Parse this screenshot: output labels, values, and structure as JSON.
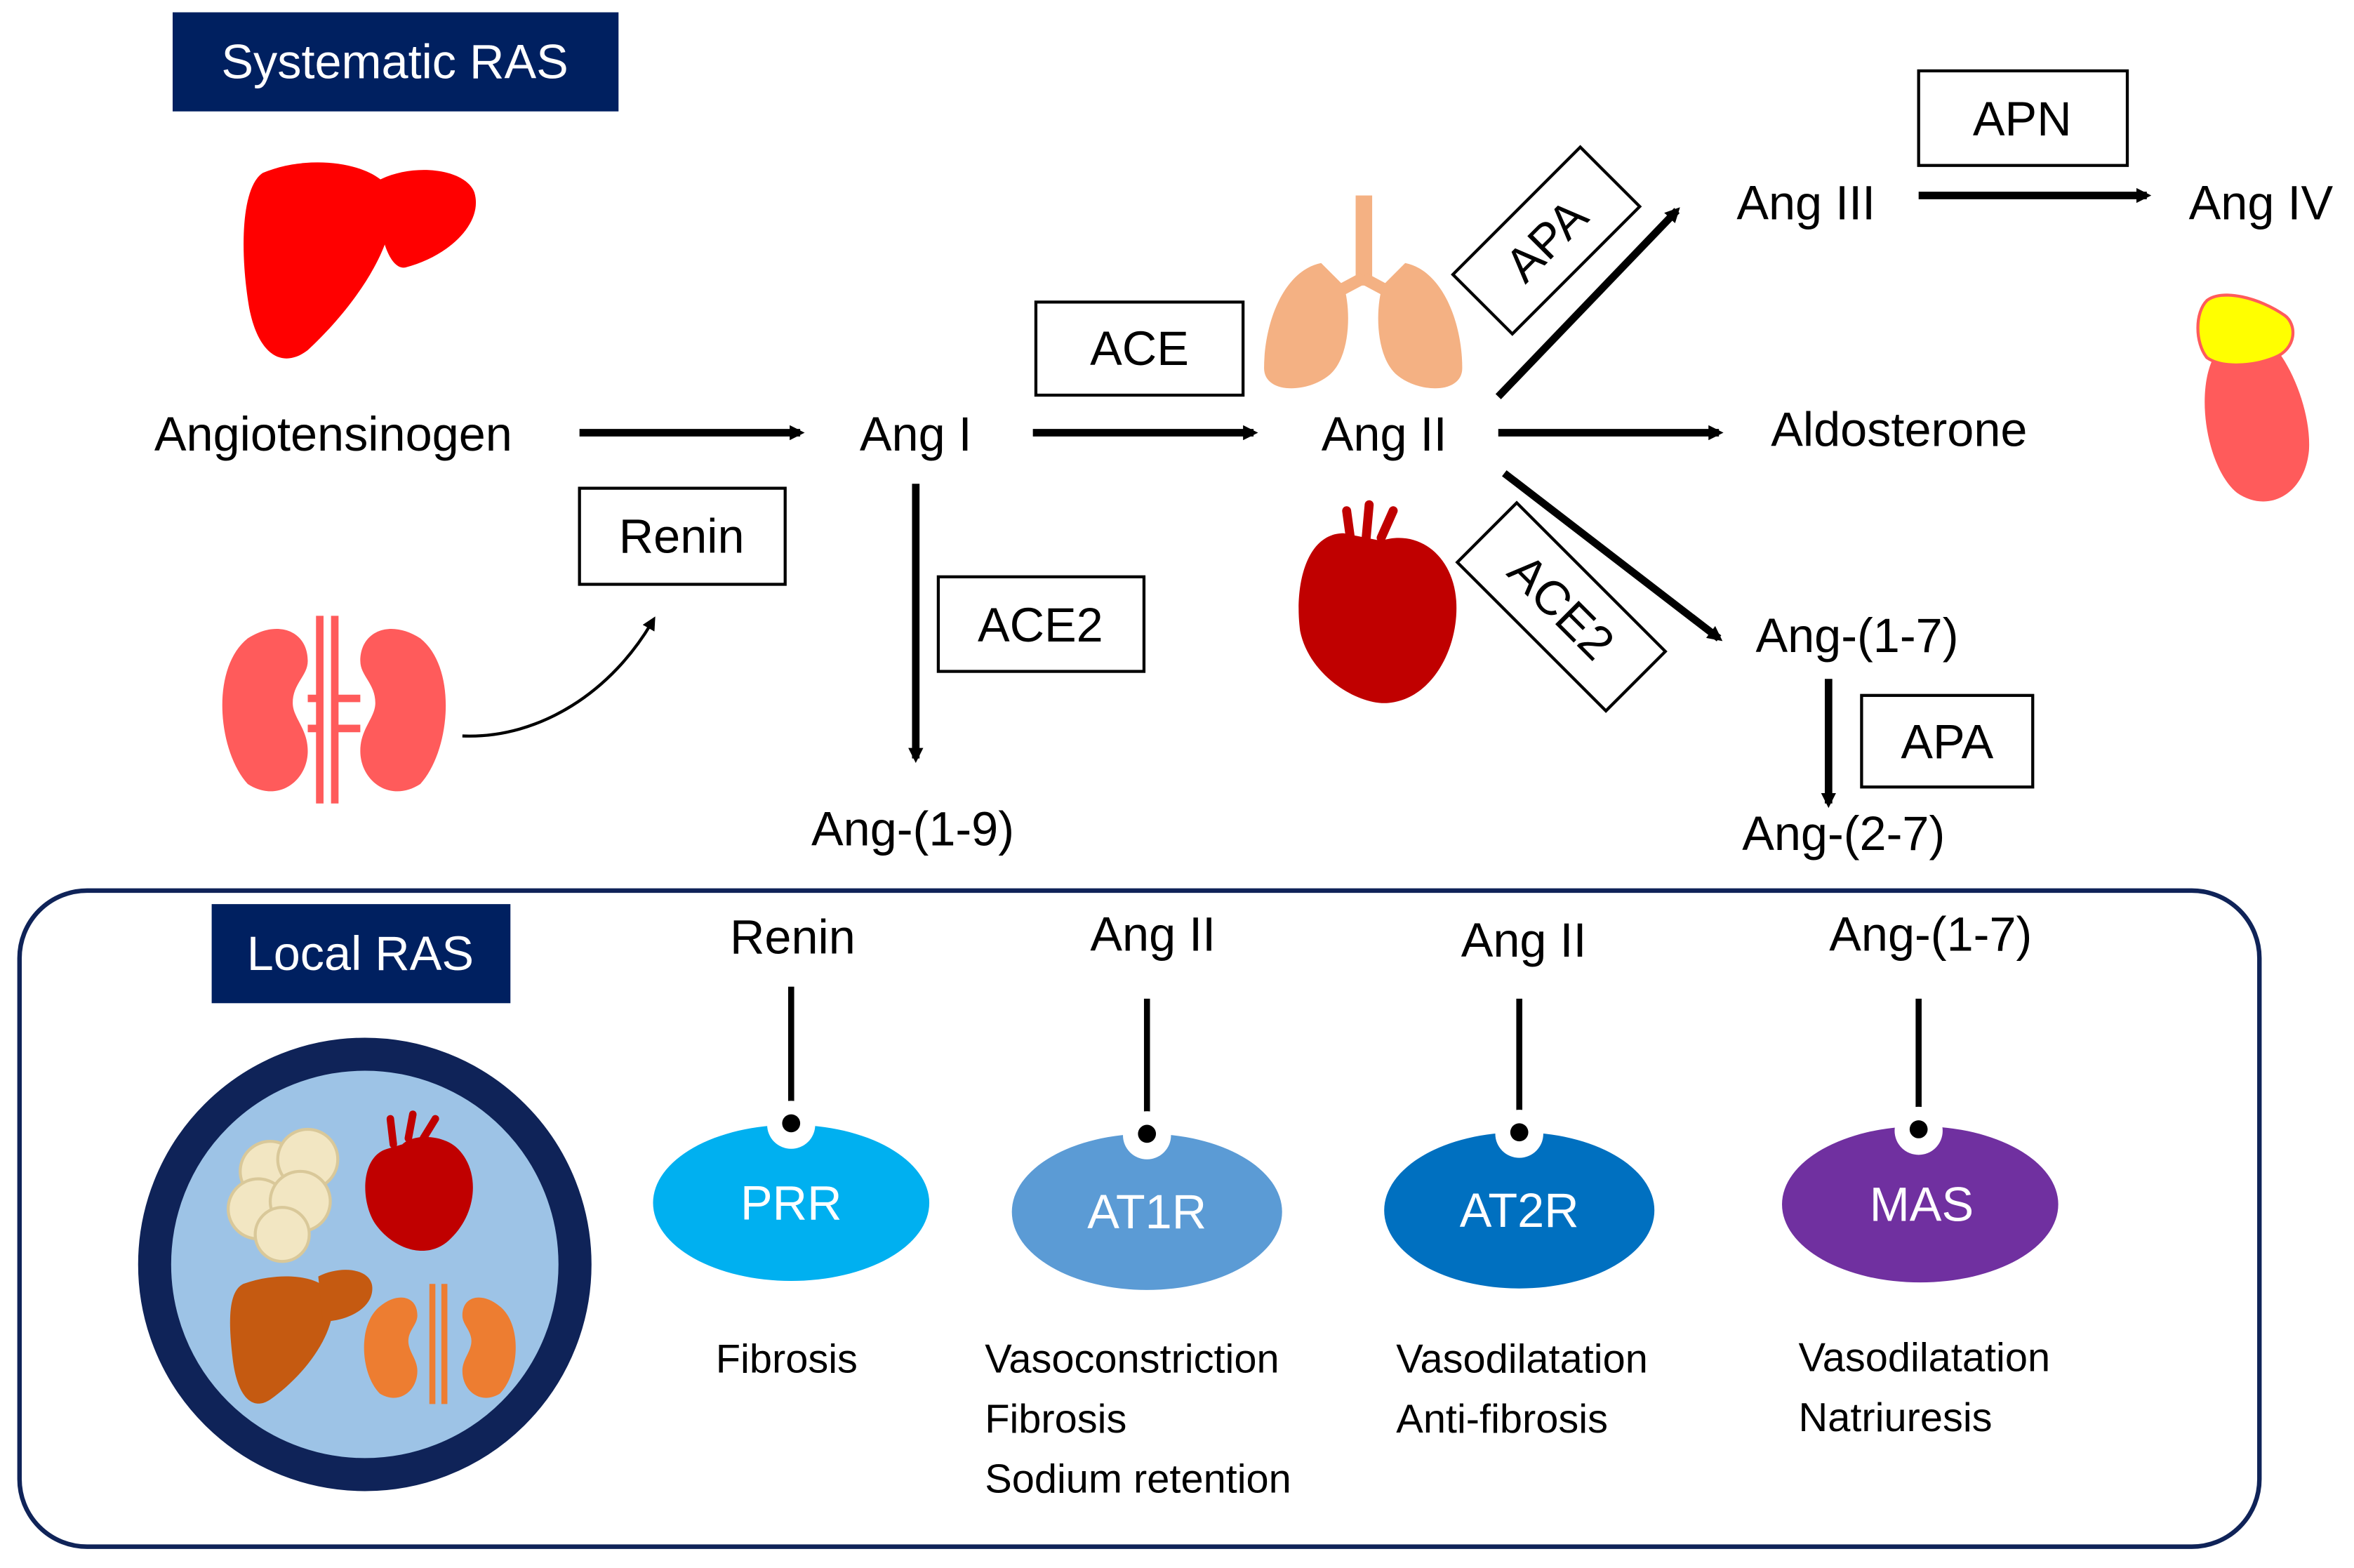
{
  "systemic": {
    "header": "Systematic RAS",
    "molecules": {
      "angiotensinogen": "Angiotensinogen",
      "ang1": "Ang I",
      "ang2": "Ang II",
      "ang3": "Ang III",
      "ang4": "Ang IV",
      "aldosterone": "Aldosterone",
      "ang17": "Ang-(1-7)",
      "ang19": "Ang-(1-9)",
      "ang27": "Ang-(2-7)"
    },
    "enzymes": {
      "renin": "Renin",
      "ace": "ACE",
      "ace2_left": "ACE2",
      "apa_up": "APA",
      "apn": "APN",
      "ace2_right": "ACE2",
      "apa_down": "APA"
    },
    "organ_icons": [
      "liver-icon",
      "kidneys-icon",
      "lungs-icon",
      "heart-icon",
      "adrenal-kidney-icon"
    ]
  },
  "local": {
    "header": "Local RAS",
    "tissue_icons": [
      "adipose-icon",
      "heart-icon",
      "liver-icon",
      "kidneys-icon"
    ],
    "receptors": [
      {
        "ligand": "Renin",
        "receptor": "PRR",
        "color": "#00b0f0",
        "effects": [
          "Fibrosis"
        ]
      },
      {
        "ligand": "Ang II",
        "receptor": "AT1R",
        "color": "#5b9bd5",
        "effects": [
          "Vasoconstriction",
          "Fibrosis",
          "Sodium retention"
        ]
      },
      {
        "ligand": "Ang II",
        "receptor": "AT2R",
        "color": "#0070c0",
        "effects": [
          "Vasodilatation",
          "Anti-fibrosis"
        ]
      },
      {
        "ligand": "Ang-(1-7)",
        "receptor": "MAS",
        "color": "#7030a0",
        "effects": [
          "Vasodilatation",
          "Natriuresis"
        ]
      }
    ]
  },
  "colors": {
    "header_bg": "#002060",
    "header_text": "#ffffff",
    "organ_red": "#ff0000",
    "kidney": "#ff5b5b",
    "lung": "#f4b183",
    "heart": "#c00000",
    "local_liver": "#c55a11",
    "local_kidney": "#ed7d31",
    "local_circle_fill": "#9dc3e6",
    "local_circle_ring": "#0f2358"
  }
}
